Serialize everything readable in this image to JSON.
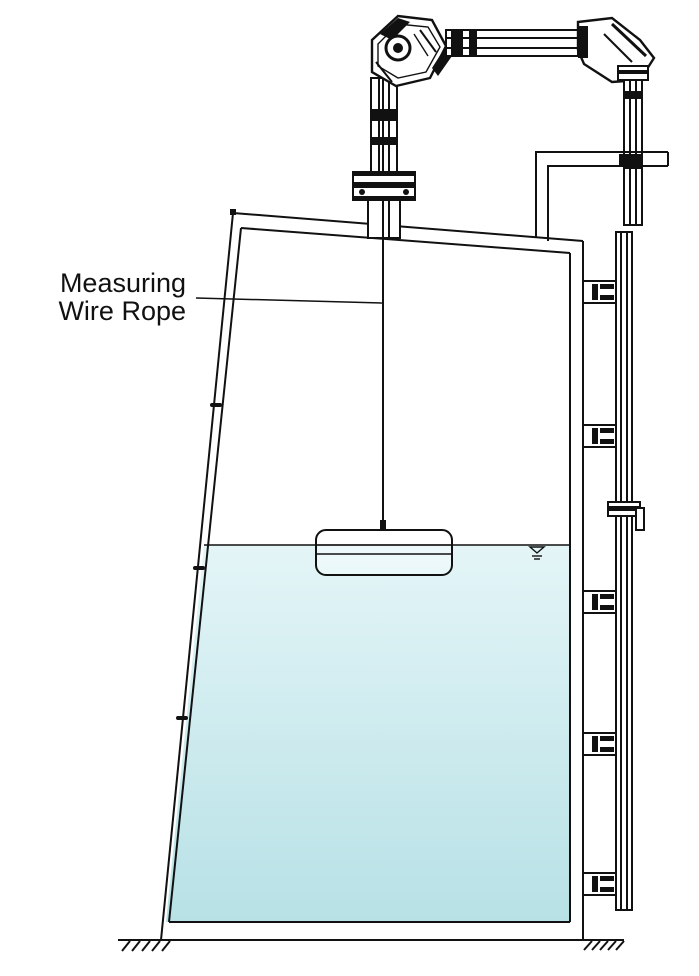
{
  "annotation": {
    "line1": "Measuring",
    "line2": "Wire Rope"
  },
  "colors": {
    "water_top": "#e4f5f7",
    "water_bottom": "#b7e1e6",
    "stroke": "#111111",
    "background": "#ffffff"
  },
  "icons": {
    "liquid_level_marker": "water-level-symbol",
    "ground_hatch": "ground-hatch-symbol"
  }
}
